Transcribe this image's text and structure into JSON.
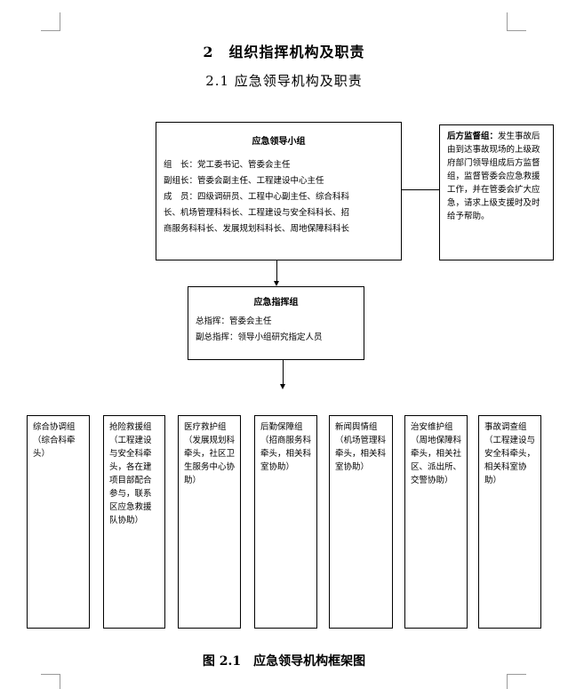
{
  "heading": "2　组织指挥机构及职责",
  "subheading": "2.1  应急领导机构及职责",
  "leadership_group": {
    "title": "应急领导小组",
    "lines": [
      "组　长：党工委书记、管委会主任",
      "副组长：管委会副主任、工程建设中心主任",
      "成　员：四级调研员、工程中心副主任、综合科科",
      "长、机场管理科科长、工程建设与安全科科长、招",
      "商服务科科长、发展规划科科长、周地保障科科长"
    ]
  },
  "supervision_group": {
    "title": "后方监督组：",
    "text": "发生事故后由到达事故现场的上级政府部门领导组成后方监督组，监督管委会应急救援工作，并在管委会扩大应急，请求上级支援时及时给予帮助。"
  },
  "command_group": {
    "title": "应急指挥组",
    "lines": [
      "总指挥：管委会主任",
      "副总指挥：领导小组研究指定人员"
    ]
  },
  "sub_groups": [
    "综合协调组（综合科牵头）",
    "抢险救援组（工程建设与安全科牵头，各在建项目部配合参与，联系区应急救援队协助）",
    "医疗救护组（发展规划科牵头，社区卫生服务中心协助）",
    "后勤保障组（招商服务科牵头，相关科室协助）",
    "新闻舆情组（机场管理科牵头，相关科室协助）",
    "治安维护组（周地保障科牵头，相关社区、派出所、交警协助）",
    "事故调查组（工程建设与安全科牵头，相关科室协助）"
  ],
  "caption": "图 2.1　应急领导机构框架图"
}
